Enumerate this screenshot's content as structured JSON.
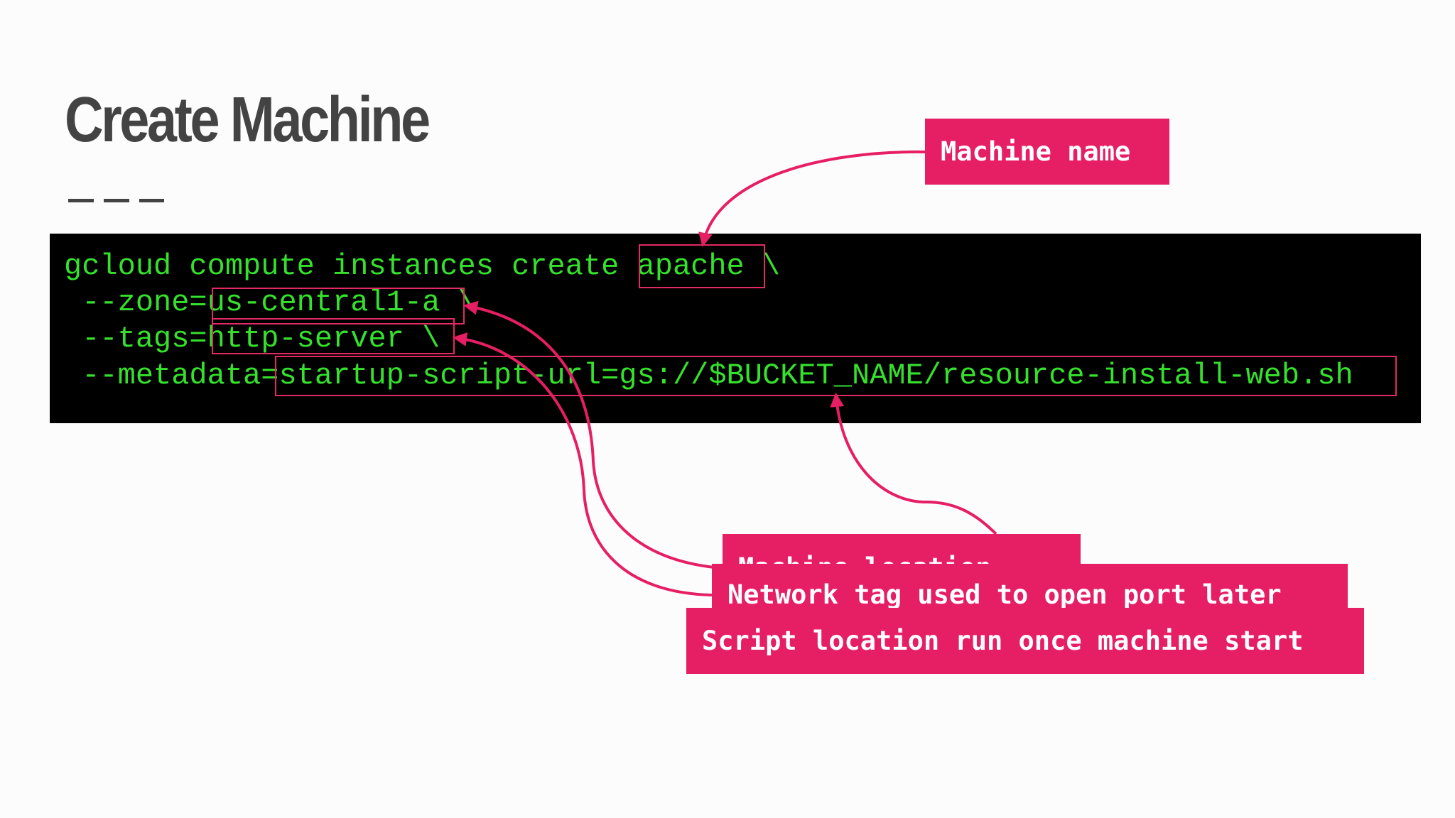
{
  "slide": {
    "title": "Create Machine",
    "code_lines": [
      "gcloud compute instances create apache \\",
      " --zone=us-central1-a \\",
      " --tags=http-server \\",
      " --metadata=startup-script-url=gs://$BUCKET_NAME/resource-install-web.sh"
    ],
    "annotations": {
      "machine_name": "Machine name",
      "machine_location": "Machine location",
      "network_tag": "Network tag used to open port later",
      "script_location": "Script location run once machine start"
    }
  },
  "colors": {
    "title": "#434343",
    "code_background": "#000000",
    "code_text": "#35e12c",
    "accent": "#e61e63"
  }
}
